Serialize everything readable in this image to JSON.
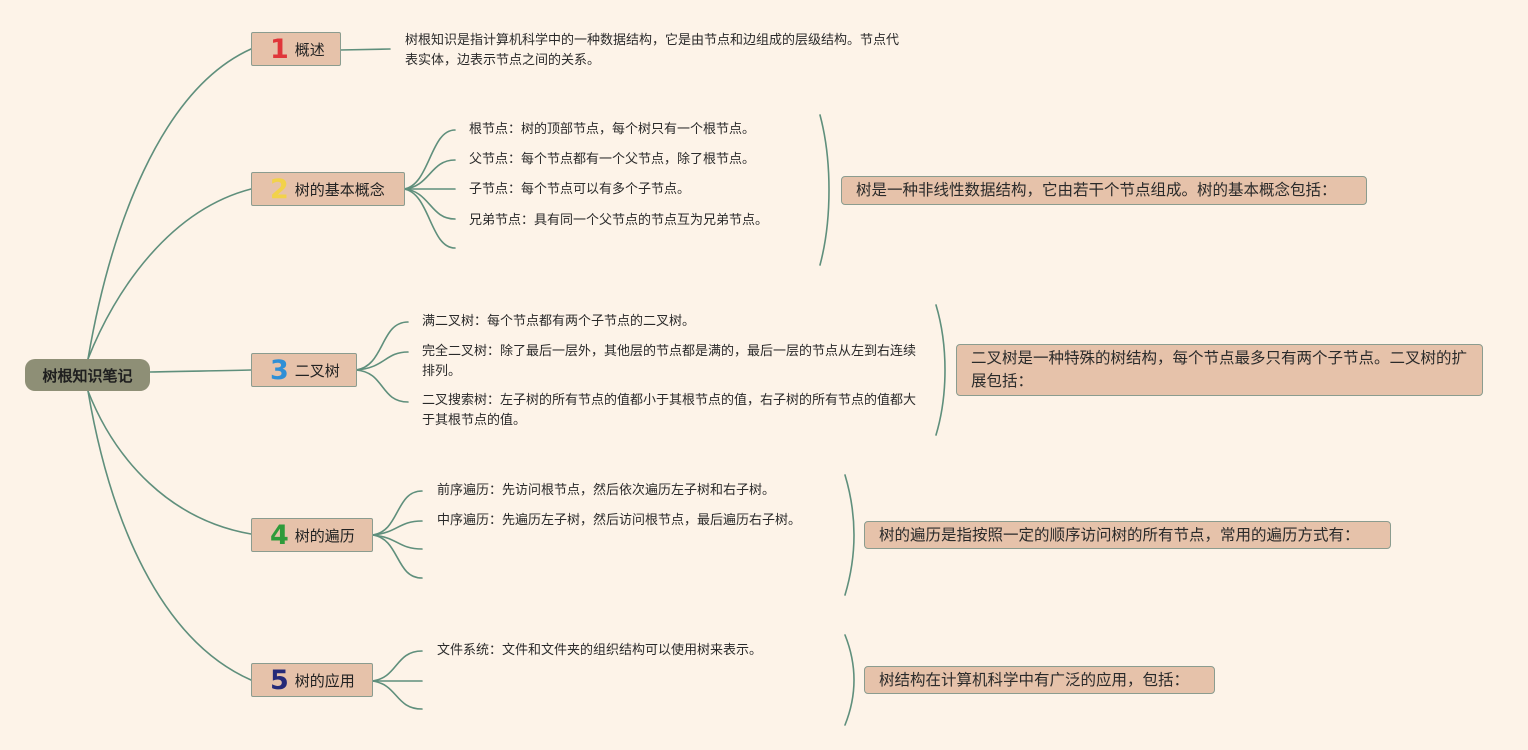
{
  "root": {
    "label": "树根知识笔记"
  },
  "branches": [
    {
      "num": "1",
      "num_color": "#e0363a",
      "label": "概述",
      "leaves": [
        "树根知识是指计算机科学中的一种数据结构，它是由节点和边组成的层级结构。节点代表实体，边表示节点之间的关系。"
      ]
    },
    {
      "num": "2",
      "num_color": "#f2d24a",
      "label": "树的基本概念",
      "leaves": [
        "根节点：树的顶部节点，每个树只有一个根节点。",
        "父节点：每个节点都有一个父节点，除了根节点。",
        "子节点：每个节点可以有多个子节点。",
        "兄弟节点：具有同一个父节点的节点互为兄弟节点。"
      ],
      "summary": "树是一种非线性数据结构，它由若干个节点组成。树的基本概念包括："
    },
    {
      "num": "3",
      "num_color": "#2f8fd6",
      "label": "二叉树",
      "leaves": [
        "满二叉树：每个节点都有两个子节点的二叉树。",
        "完全二叉树：除了最后一层外，其他层的节点都是满的，最后一层的节点从左到右连续排列。",
        "二叉搜索树：左子树的所有节点的值都小于其根节点的值，右子树的所有节点的值都大于其根节点的值。"
      ],
      "summary": "二叉树是一种特殊的树结构，每个节点最多只有两个子节点。二叉树的扩展包括："
    },
    {
      "num": "4",
      "num_color": "#2f9b3a",
      "label": "树的遍历",
      "leaves": [
        "前序遍历：先访问根节点，然后依次遍历左子树和右子树。",
        "中序遍历：先遍历左子树，然后访问根节点，最后遍历右子树。"
      ],
      "summary": "树的遍历是指按照一定的顺序访问树的所有节点，常用的遍历方式有："
    },
    {
      "num": "5",
      "num_color": "#262a78",
      "label": "树的应用",
      "leaves": [
        "文件系统：文件和文件夹的组织结构可以使用树来表示。"
      ],
      "summary": "树结构在计算机科学中有广泛的应用，包括："
    }
  ],
  "colors": {
    "background": "#fdf3e8",
    "connector": "#5f8f7c",
    "node_fill": "#e6c2aa",
    "root_fill": "#8e8f76"
  }
}
